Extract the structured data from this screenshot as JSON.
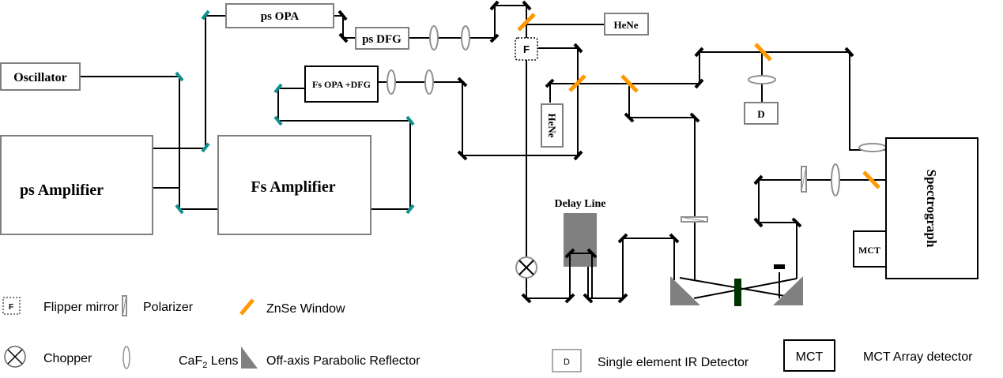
{
  "diagram": {
    "components": {
      "oscillator": "Oscillator",
      "ps_amplifier": "ps Amplifier",
      "fs_amplifier": "Fs Amplifier",
      "ps_opa": "ps OPA",
      "ps_dfg": "ps DFG",
      "fs_opa_dfg": "Fs OPA +DFG",
      "hene_top": "HeNe",
      "hene_vertical": "HeNe",
      "flipper": "F",
      "detector": "D",
      "delay_line": "Delay Line",
      "spectrograph": "Spectrograph",
      "mct": "MCT"
    },
    "colors": {
      "znse_window": "#ff9900",
      "laser_mirror": "#109090",
      "reflector": "#808080",
      "sample": "#003300"
    },
    "legend": [
      {
        "icon": "flipper-mirror-icon",
        "symbol": "F",
        "label": "Flipper mirror"
      },
      {
        "icon": "polarizer-icon",
        "label": "Polarizer"
      },
      {
        "icon": "znse-window-icon",
        "label": "ZnSe Window"
      },
      {
        "icon": "chopper-icon",
        "label": "Chopper"
      },
      {
        "icon": "lens-icon",
        "label_main": "CaF",
        "label_sub": "2",
        "label_tail": " Lens"
      },
      {
        "icon": "parabolic-reflector-icon",
        "label": "Off-axis Parabolic Reflector"
      },
      {
        "icon": "detector-icon",
        "symbol": "D",
        "label": "Single element IR Detector"
      },
      {
        "icon": "mct-icon",
        "symbol": "MCT",
        "label": "MCT Array detector"
      }
    ]
  }
}
